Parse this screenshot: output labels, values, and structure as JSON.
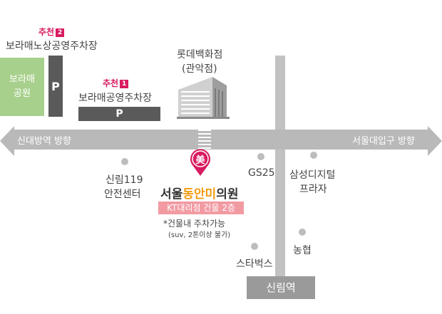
{
  "map": {
    "park": {
      "label": "보라매\n공원",
      "color": "#a8d08d"
    },
    "parking2": {
      "rec_label": "추천",
      "rank": "2",
      "name": "보라매노상공영주차장",
      "p_label": "P"
    },
    "parking1": {
      "rec_label": "추천",
      "rank": "1",
      "name": "보라매공영주차장",
      "p_label": "P"
    },
    "lotte": {
      "name": "롯데백화점",
      "sub": "(관악점)"
    },
    "road_left": "신대방역 방향",
    "road_right": "서울대입구 방향",
    "sillim119": {
      "line1": "신림119",
      "line2": "안전센터"
    },
    "clinic": {
      "icon_text": "美",
      "name_part1": "서울",
      "name_part2": "동안미",
      "name_part3": "의원",
      "building": "KT대리점 건물 2층",
      "note1": "*건물내 주차가능",
      "note2": "(suv, 2톤이상 불가)"
    },
    "gs25": "GS25",
    "samsung": {
      "line1": "삼성디지털",
      "line2": "프라자"
    },
    "starbucks": "스타벅스",
    "nh": "농협",
    "station": "신림역",
    "colors": {
      "accent": "#d81b60",
      "orange": "#f39c12",
      "road": "#b9b9b9",
      "dark_block": "#5a5a5a"
    }
  }
}
